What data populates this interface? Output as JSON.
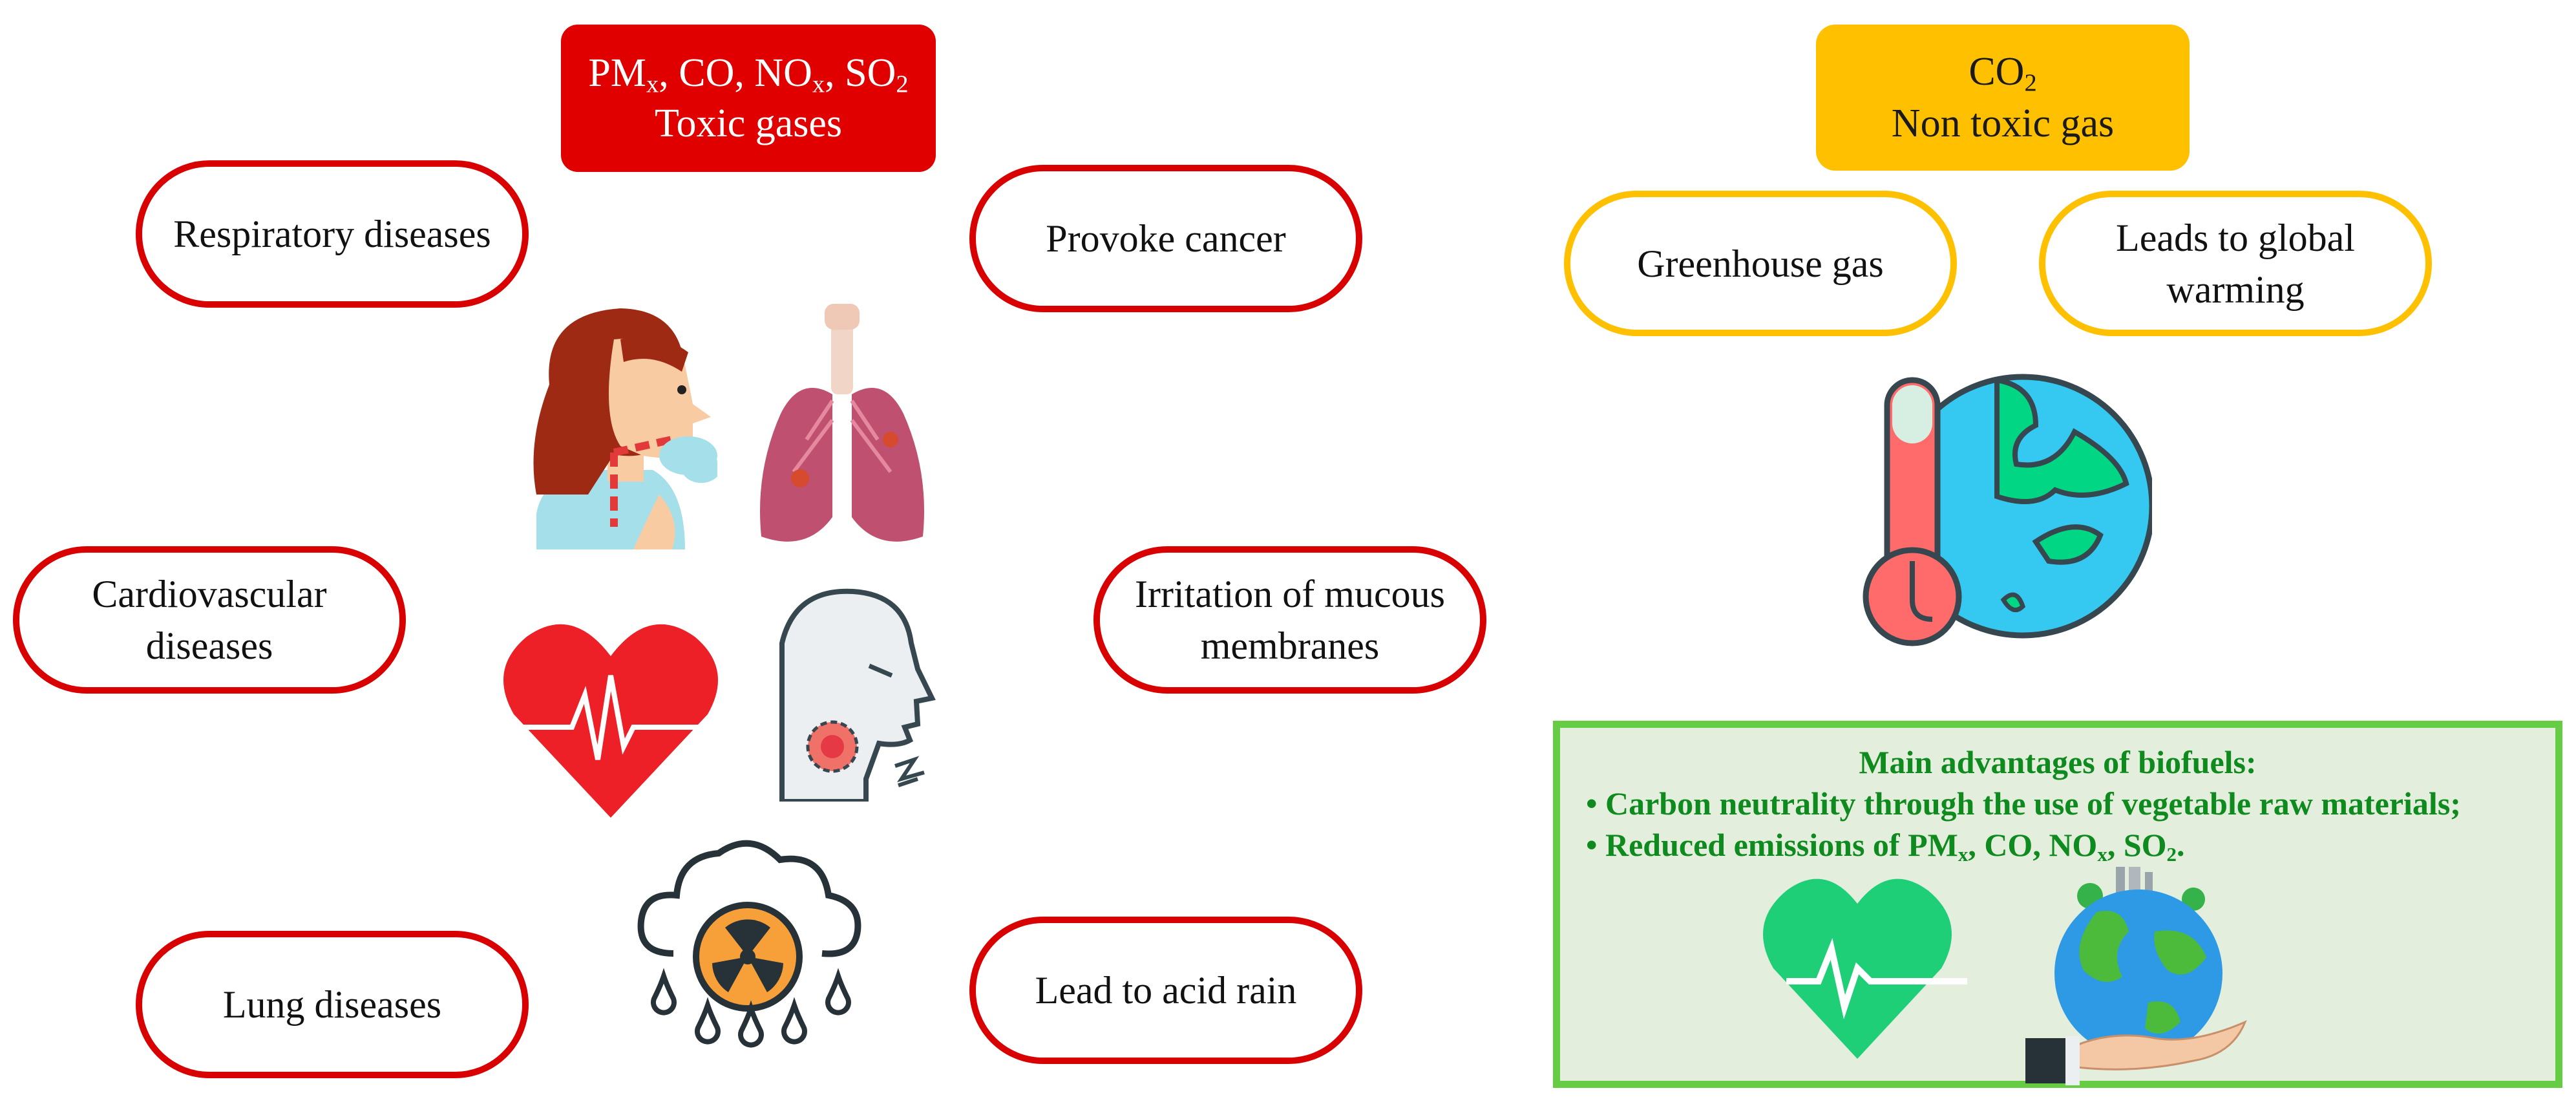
{
  "toxic": {
    "header_line1_parts": [
      "PM",
      "x",
      ", CO, NO",
      "x",
      ", SO",
      "2"
    ],
    "header_line2": "Toxic gases",
    "effects": {
      "respiratory": "Respiratory diseases",
      "cancer": "Provoke cancer",
      "cardio_line1": "Cardiovascular",
      "cardio_line2": "diseases",
      "mucous_line1": "Irritation of mucous",
      "mucous_line2": "membranes",
      "lung": "Lung diseases",
      "acid_rain": "Lead to acid rain"
    }
  },
  "co2": {
    "header_line1_parts": [
      "CO",
      "2"
    ],
    "header_line2": "Non toxic gas",
    "effects": {
      "greenhouse": "Greenhouse gas",
      "warming_line1": "Leads to global",
      "warming_line2": "warming"
    }
  },
  "advantages": {
    "title": "Main advantages of biofuels:",
    "bullet1": "• Carbon neutrality through the use of vegetable raw materials;",
    "bullet2_parts": [
      "• Reduced emissions of PM",
      "x",
      ", CO, NO",
      "x",
      ", SO",
      "2",
      "."
    ]
  },
  "icons": [
    "woman-breathing-icon",
    "lungs-icon",
    "heart-pulse-icon",
    "throat-head-icon",
    "radioactive-cloud-icon",
    "thermometer-earth-icon",
    "green-heart-icon",
    "hand-earth-icon"
  ],
  "colors": {
    "toxic_red": "#e00000",
    "co2_yellow": "#ffc000",
    "advantage_green": "#66cc44",
    "advantage_text": "#0f8a1f"
  }
}
